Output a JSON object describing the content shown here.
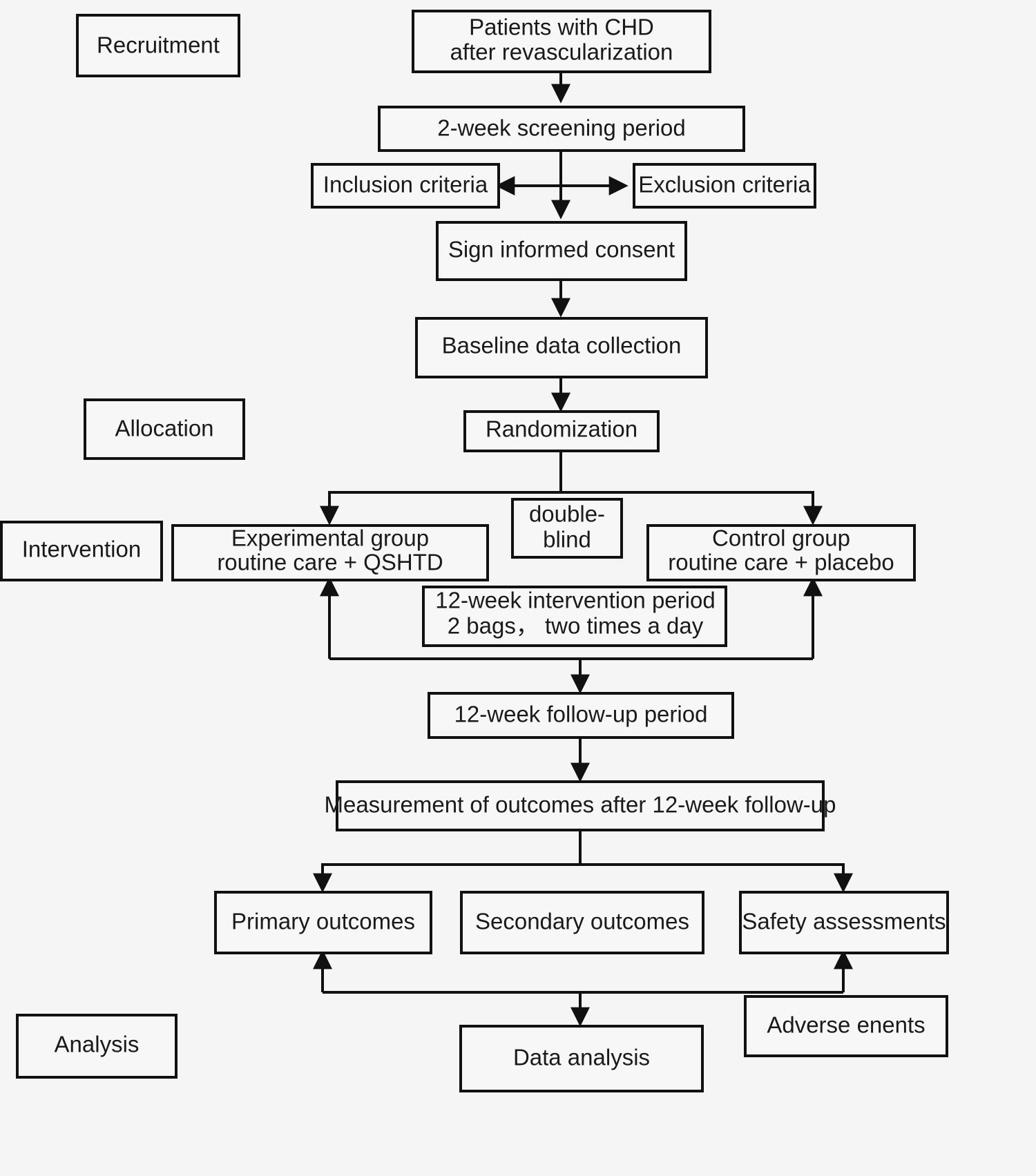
{
  "diagram": {
    "title": "Study flow diagram",
    "background_color": "#f5f5f5",
    "box_fill_color": "#f7f7f7",
    "stroke_color": "#111111",
    "text_color": "#1a1a1a"
  },
  "stage_labels": {
    "recruitment": "Recruitment",
    "allocation": "Allocation",
    "intervention": "Intervention",
    "analysis": "Analysis"
  },
  "nodes": {
    "patients": {
      "line1": "Patients with CHD",
      "line2": "after revascularization"
    },
    "screening": {
      "line1": "2-week screening period"
    },
    "inclusion": {
      "line1": "Inclusion criteria"
    },
    "exclusion": {
      "line1": "Exclusion criteria"
    },
    "consent": {
      "line1": "Sign informed consent"
    },
    "baseline": {
      "line1": "Baseline data collection"
    },
    "randomization": {
      "line1": "Randomization"
    },
    "double_blind": {
      "line1": "double-",
      "line2": "blind"
    },
    "experimental": {
      "line1": "Experimental group",
      "line2": "routine care + QSHTD"
    },
    "control": {
      "line1": "Control group",
      "line2": "routine care + placebo"
    },
    "intervention_period": {
      "line1": "12-week intervention period",
      "line2": "2 bags， two times a day"
    },
    "followup": {
      "line1": "12-week follow-up period"
    },
    "measurement": {
      "line1": "Measurement of outcomes after 12-week follow-up"
    },
    "primary_outcomes": {
      "line1": "Primary outcomes"
    },
    "secondary_outcomes": {
      "line1": "Secondary outcomes"
    },
    "safety_assessments": {
      "line1": "Safety assessments"
    },
    "data_analysis": {
      "line1": "Data analysis"
    },
    "adverse_events": {
      "line1": "Adverse enents"
    }
  }
}
